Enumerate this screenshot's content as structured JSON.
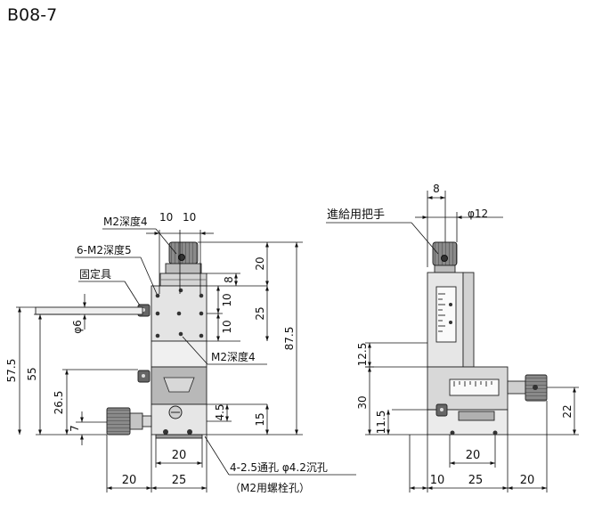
{
  "title": "B08-7",
  "left_view": {
    "labels": {
      "tap_top": "M2深度4",
      "tap_face": "6-M2深度5",
      "lock": "固定具",
      "tap_bottom": "M2深度4",
      "holes_line1": "4-2.5通孔 φ4.2沉孔",
      "holes_line2": "（M2用螺栓孔）"
    },
    "dims": {
      "top_10a": "10",
      "top_10b": "10",
      "d20_knob": "20",
      "d8": "8",
      "d25": "25",
      "d10a": "10",
      "d10b": "10",
      "d87_5": "87.5",
      "d4_5": "4.5",
      "d15": "15",
      "phi6": "φ6",
      "d57_5": "57.5",
      "d55": "55",
      "d26_5": "26.5",
      "d7": "7",
      "base20": "20",
      "bot20": "20",
      "bot25": "25"
    }
  },
  "right_view": {
    "labels": {
      "feed_handle": "進給用把手"
    },
    "dims": {
      "d8": "8",
      "phi12": "φ12",
      "d12_5": "12.5",
      "d30": "30",
      "d11_5": "11.5",
      "d22": "22",
      "base20": "20",
      "bot10": "10",
      "bot25": "25",
      "bot20": "20"
    }
  },
  "colors": {
    "line": "#111111",
    "block_light": "#e2e2e2",
    "block_mid": "#cfcfcf",
    "block_dark": "#9a9a9a",
    "knob": "#7a7a7a"
  }
}
